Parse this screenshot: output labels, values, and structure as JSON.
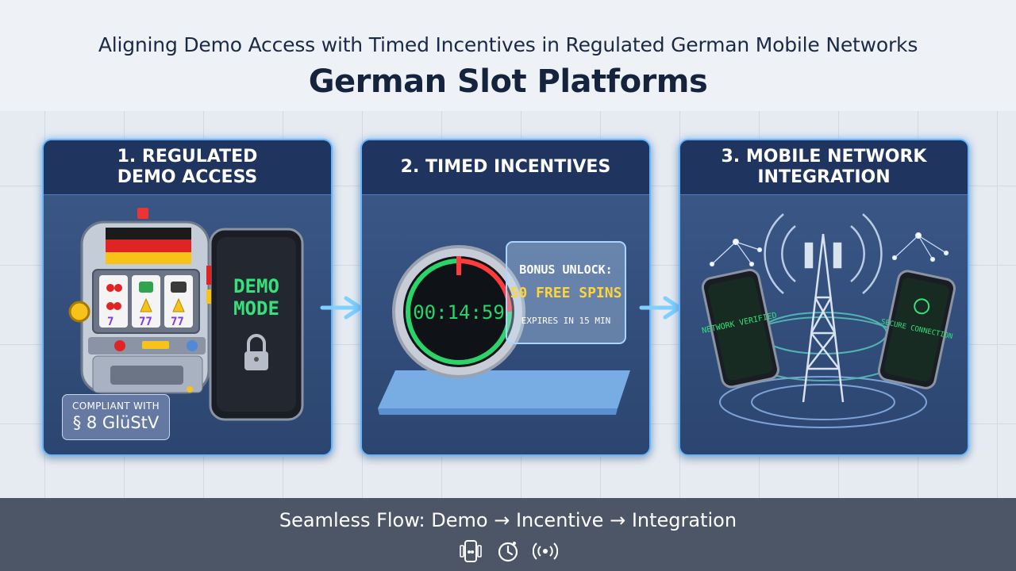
{
  "header": {
    "subtitle": "Aligning Demo Access with Timed Incentives in Regulated German Mobile Networks",
    "title": "German Slot Platforms"
  },
  "panels": [
    {
      "heading": "1. REGULATED\nDEMO ACCESS",
      "phone_text_line1": "DEMO",
      "phone_text_line2": "MODE",
      "badge_line1": "COMPLIANT WITH",
      "badge_line2": "§ 8 GlüStV"
    },
    {
      "heading": "2. TIMED INCENTIVES",
      "timer_display": "00:14:59",
      "card_line1": "BONUS UNLOCK:",
      "card_line2": "50 FREE SPINS",
      "card_line3": "EXPIRES IN 15 MIN"
    },
    {
      "heading": "3. MOBILE NETWORK\nINTEGRATION",
      "left_phone_text": "NETWORK VERIFIED",
      "right_phone_text": "SECURE CONNECTION"
    }
  ],
  "footer": {
    "flow_text": "Seamless Flow: Demo → Incentive → Integration",
    "icons": [
      "phone-slot-icon",
      "clock-icon",
      "signal-icon"
    ]
  },
  "colors": {
    "panel_border": "#63b6ff",
    "accent_green": "#36e07a",
    "accent_yellow": "#ffd43b",
    "timer_red": "#ff3b3b",
    "header_navy": "#1f3560"
  }
}
